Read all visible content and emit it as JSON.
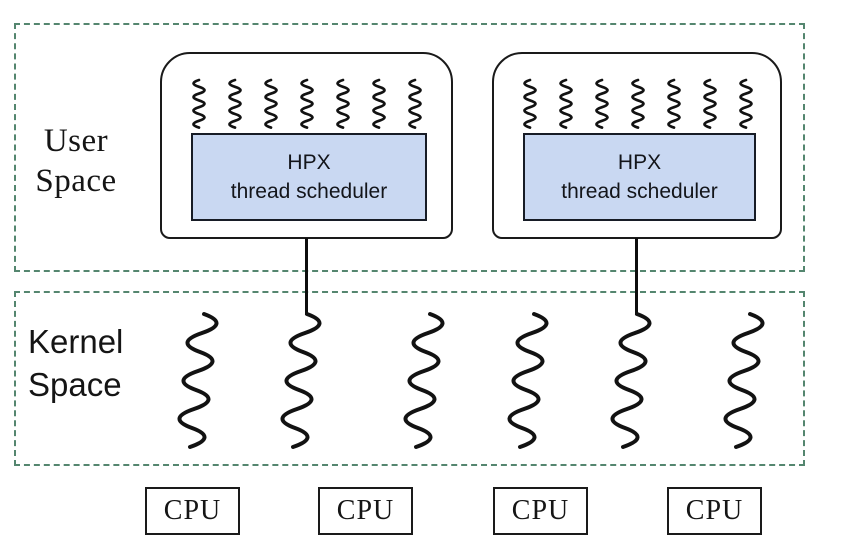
{
  "regions": {
    "user_space": {
      "lines": [
        "User",
        "Space"
      ]
    },
    "kernel_space": {
      "lines": [
        "Kernel",
        "Space"
      ]
    }
  },
  "scheduler_nodes": [
    {
      "box_lines": [
        "HPX",
        "thread scheduler"
      ],
      "user_thread_count": 7
    },
    {
      "box_lines": [
        "HPX",
        "thread scheduler"
      ],
      "user_thread_count": 7
    }
  ],
  "kernel_thread_count": 6,
  "cpu_boxes": [
    "CPU",
    "CPU",
    "CPU",
    "CPU"
  ],
  "colors": {
    "region_border": "#54866f",
    "scheduler_fill": "#c9d8f2",
    "scheduler_border": "#171c26",
    "ink": "#121212"
  }
}
